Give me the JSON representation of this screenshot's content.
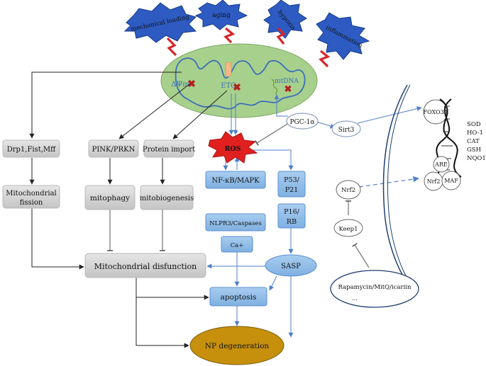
{
  "stressors": {
    "mechanical": "mechanical loading",
    "aging": "aging",
    "hypoxia": "hypoxia",
    "inflammation": "inflammation"
  },
  "mito": {
    "dpsi": "ΔΨm",
    "etc": "ETC",
    "mtdna": "mtDNA"
  },
  "left": {
    "drp": "Drp1,Fist,Mff",
    "fission_line1": "Mitochondrial",
    "fission_line2": "fission",
    "pink": "PINK/PRKN",
    "mitophagy": "mitophagy",
    "import": "Protein import",
    "biogenesis": "mitobiogenesis",
    "dysfunction": "Mitochondrial disfunction"
  },
  "center": {
    "ros": "ROS",
    "nfkb": "NF-κB/MAPK",
    "nlrp3": "NLPR3/Caspases",
    "ca": "Ca+",
    "p53_line1": "P53/",
    "p53_line2": "P21",
    "p16_line1": "P16/",
    "p16_line2": "RB",
    "sasp": "SASP",
    "apoptosis": "apoptosis",
    "np": "NP degeneration"
  },
  "right": {
    "pgc": "PGC-1α",
    "sirt3": "Sirt3",
    "foxo3a": "FOXO3A",
    "antioxidants": [
      "SOD",
      "HO-1",
      "CAT",
      "GSH",
      "NQO1"
    ],
    "are": "ARE",
    "nrf2_nuc": "Nrf2",
    "maf": "MAF",
    "nrf2": "Nrf2",
    "keep1": "Keep1",
    "drug_line1": "Rapamycin/MitQ/icariin",
    "drug_line2": "..."
  }
}
